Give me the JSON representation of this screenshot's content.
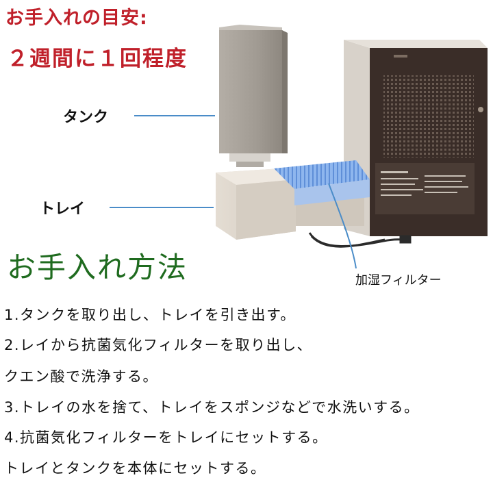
{
  "title_line1": "お手入れの目安:",
  "title_line2": "２週間に１回程度",
  "labels": {
    "tank": "タンク",
    "tray": "トレイ",
    "filter": "加湿フィルター"
  },
  "heading": "お手入れ方法",
  "steps": [
    "1.タンクを取り出し、トレイを引き出す。",
    "2.レイから抗菌気化フィルターを取り出し、",
    "クエン酸で洗浄する。",
    "3.トレイの水を捨て、トレイをスポンジなどで水洗いする。",
    "4.抗菌気化フィルターをトレイにセットする。",
    "トレイとタンクを本体にセットする。"
  ],
  "colors": {
    "title": "#c0202a",
    "heading": "#1f6b1f",
    "leader_line": "#4a8cc8",
    "filter_blue": "#7aa8e6",
    "body_dark": "#3a2d28"
  }
}
